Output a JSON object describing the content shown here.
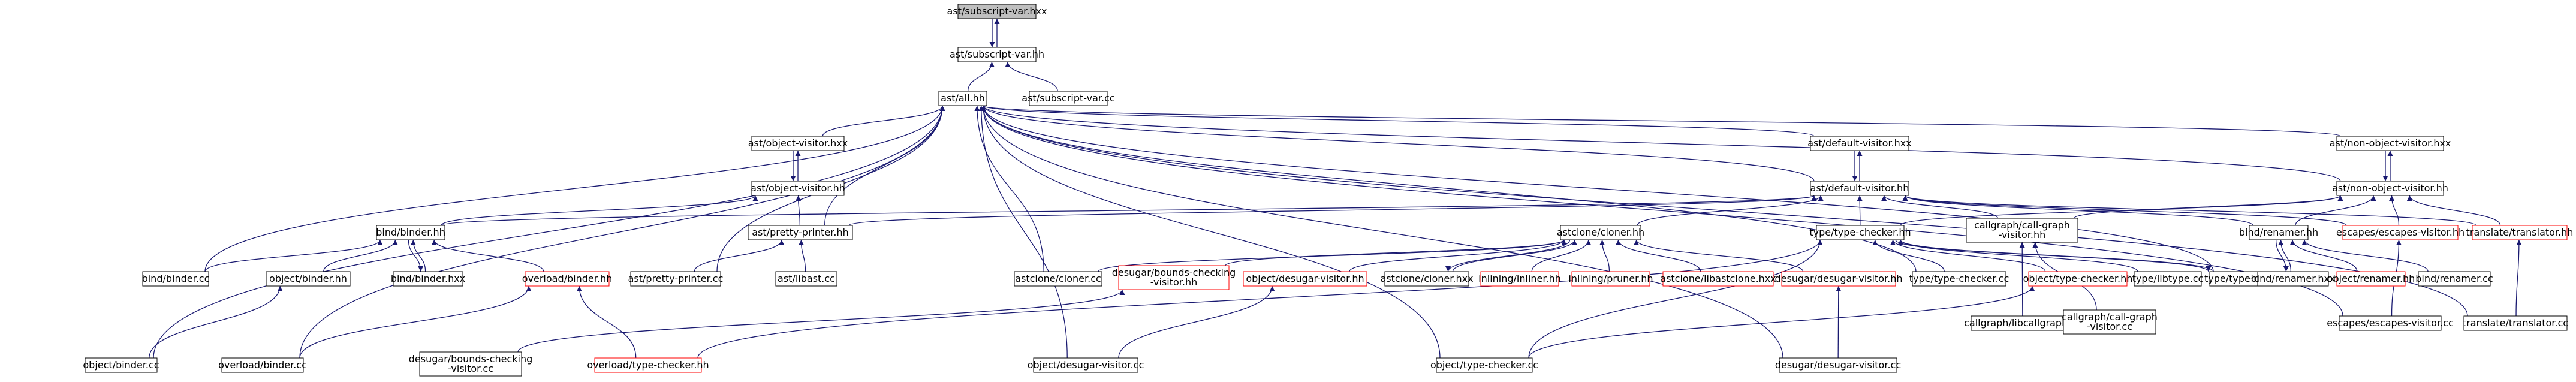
{
  "graph": {
    "colors": {
      "edge": "#191970",
      "edge_red": "#8b1a1a",
      "node_border": "#000000",
      "node_border_red": "#ff0000",
      "node_fill": "#ffffff",
      "root_fill": "#bfbfbf"
    },
    "nodes": [
      {
        "id": "n0",
        "label": "ast/subscript-var.hxx",
        "style": "root"
      },
      {
        "id": "n1",
        "label": "ast/subscript-var.hh",
        "style": "normal"
      },
      {
        "id": "n2",
        "label": "ast/all.hh",
        "style": "normal"
      },
      {
        "id": "n3",
        "label": "ast/subscript-var.cc",
        "style": "normal"
      },
      {
        "id": "n4",
        "label": "ast/object-visitor.hxx",
        "style": "normal"
      },
      {
        "id": "n5",
        "label": "ast/default-visitor.hxx",
        "style": "normal"
      },
      {
        "id": "n6",
        "label": "ast/non-object-visitor.hxx",
        "style": "normal"
      },
      {
        "id": "n7",
        "label": "ast/object-visitor.hh",
        "style": "normal"
      },
      {
        "id": "n8",
        "label": "ast/default-visitor.hh",
        "style": "normal"
      },
      {
        "id": "n9",
        "label": "ast/non-object-visitor.hh",
        "style": "normal"
      },
      {
        "id": "n10",
        "label": "bind/binder.hh",
        "style": "normal"
      },
      {
        "id": "n11",
        "label": "ast/pretty-printer.hh",
        "style": "normal"
      },
      {
        "id": "n12",
        "label": "astclone/cloner.hh",
        "style": "normal"
      },
      {
        "id": "n13",
        "label": "type/type-checker.hh",
        "style": "normal"
      },
      {
        "id": "n14",
        "label": "callgraph/call-graph\n-visitor.hh",
        "style": "normal"
      },
      {
        "id": "n15",
        "label": "bind/renamer.hh",
        "style": "normal"
      },
      {
        "id": "n16",
        "label": "escapes/escapes-visitor.hh",
        "style": "missing"
      },
      {
        "id": "n17",
        "label": "translate/translator.hh",
        "style": "missing"
      },
      {
        "id": "n18",
        "label": "bind/binder.cc",
        "style": "normal"
      },
      {
        "id": "n19",
        "label": "object/binder.hh",
        "style": "normal"
      },
      {
        "id": "n20",
        "label": "bind/binder.hxx",
        "style": "normal"
      },
      {
        "id": "n21",
        "label": "overload/binder.hh",
        "style": "missing"
      },
      {
        "id": "n22",
        "label": "ast/pretty-printer.cc",
        "style": "normal"
      },
      {
        "id": "n23",
        "label": "ast/libast.cc",
        "style": "normal"
      },
      {
        "id": "n24",
        "label": "astclone/cloner.cc",
        "style": "normal"
      },
      {
        "id": "n25",
        "label": "desugar/bounds-checking\n-visitor.hh",
        "style": "missing"
      },
      {
        "id": "n26",
        "label": "object/desugar-visitor.hh",
        "style": "missing"
      },
      {
        "id": "n27",
        "label": "astclone/cloner.hxx",
        "style": "normal"
      },
      {
        "id": "n28",
        "label": "inlining/inliner.hh",
        "style": "missing"
      },
      {
        "id": "n29",
        "label": "inlining/pruner.hh",
        "style": "missing"
      },
      {
        "id": "n30",
        "label": "astclone/libastclone.hxx",
        "style": "missing"
      },
      {
        "id": "n31",
        "label": "desugar/desugar-visitor.hh",
        "style": "missing"
      },
      {
        "id": "n32",
        "label": "type/type-checker.cc",
        "style": "normal"
      },
      {
        "id": "n33",
        "label": "object/type-checker.hh",
        "style": "missing"
      },
      {
        "id": "n34",
        "label": "type/libtype.cc",
        "style": "normal"
      },
      {
        "id": "n35",
        "label": "type/type-checker.hxx",
        "style": "normal"
      },
      {
        "id": "n36",
        "label": "callgraph/libcallgraph.cc",
        "style": "normal"
      },
      {
        "id": "n37",
        "label": "callgraph/call-graph\n-visitor.cc",
        "style": "normal"
      },
      {
        "id": "n38",
        "label": "bind/renamer.hxx",
        "style": "normal"
      },
      {
        "id": "n39",
        "label": "object/renamer.hh",
        "style": "missing"
      },
      {
        "id": "n40",
        "label": "bind/renamer.cc",
        "style": "normal"
      },
      {
        "id": "n41",
        "label": "escapes/escapes-visitor.cc",
        "style": "normal"
      },
      {
        "id": "n42",
        "label": "translate/translator.cc",
        "style": "normal"
      },
      {
        "id": "n43",
        "label": "object/binder.cc",
        "style": "normal"
      },
      {
        "id": "n44",
        "label": "overload/binder.cc",
        "style": "normal"
      },
      {
        "id": "n45",
        "label": "desugar/bounds-checking\n-visitor.cc",
        "style": "normal"
      },
      {
        "id": "n46",
        "label": "overload/type-checker.hh",
        "style": "missing"
      },
      {
        "id": "n47",
        "label": "object/desugar-visitor.cc",
        "style": "normal"
      },
      {
        "id": "n48",
        "label": "object/type-checker.cc",
        "style": "normal"
      },
      {
        "id": "n49",
        "label": "desugar/desugar-visitor.cc",
        "style": "normal"
      }
    ],
    "edges": [
      [
        "n0",
        "n1"
      ],
      [
        "n1",
        "n0"
      ],
      [
        "n1",
        "n2"
      ],
      [
        "n1",
        "n3"
      ],
      [
        "n2",
        "n4"
      ],
      [
        "n2",
        "n5"
      ],
      [
        "n2",
        "n6"
      ],
      [
        "n2",
        "n8"
      ],
      [
        "n2",
        "n9"
      ],
      [
        "n2",
        "n18"
      ],
      [
        "n2",
        "n11"
      ],
      [
        "n2",
        "n22"
      ],
      [
        "n2",
        "n24"
      ],
      [
        "n2",
        "n32"
      ],
      [
        "n2",
        "n35"
      ],
      [
        "n2",
        "n41"
      ],
      [
        "n2",
        "n42"
      ],
      [
        "n2",
        "n43"
      ],
      [
        "n2",
        "n44"
      ],
      [
        "n2",
        "n47"
      ],
      [
        "n2",
        "n48"
      ],
      [
        "n2",
        "n49"
      ],
      [
        "n4",
        "n7"
      ],
      [
        "n7",
        "n4"
      ],
      [
        "n5",
        "n8"
      ],
      [
        "n8",
        "n5"
      ],
      [
        "n6",
        "n9"
      ],
      [
        "n9",
        "n6"
      ],
      [
        "n7",
        "n10"
      ],
      [
        "n7",
        "n11"
      ],
      [
        "n8",
        "n10"
      ],
      [
        "n8",
        "n11"
      ],
      [
        "n8",
        "n12"
      ],
      [
        "n8",
        "n13"
      ],
      [
        "n8",
        "n14"
      ],
      [
        "n8",
        "n15"
      ],
      [
        "n8",
        "n16"
      ],
      [
        "n8",
        "n17"
      ],
      [
        "n9",
        "n13"
      ],
      [
        "n9",
        "n14"
      ],
      [
        "n9",
        "n15"
      ],
      [
        "n9",
        "n16"
      ],
      [
        "n9",
        "n17"
      ],
      [
        "n10",
        "n18"
      ],
      [
        "n10",
        "n19"
      ],
      [
        "n10",
        "n20"
      ],
      [
        "n20",
        "n10"
      ],
      [
        "n10",
        "n21"
      ],
      [
        "n11",
        "n22"
      ],
      [
        "n11",
        "n23"
      ],
      [
        "n12",
        "n24"
      ],
      [
        "n12",
        "n25"
      ],
      [
        "n12",
        "n26"
      ],
      [
        "n12",
        "n27"
      ],
      [
        "n27",
        "n12"
      ],
      [
        "n12",
        "n28"
      ],
      [
        "n12",
        "n29"
      ],
      [
        "n12",
        "n30"
      ],
      [
        "n12",
        "n31"
      ],
      [
        "n13",
        "n32"
      ],
      [
        "n13",
        "n33"
      ],
      [
        "n13",
        "n34"
      ],
      [
        "n13",
        "n35"
      ],
      [
        "n35",
        "n13"
      ],
      [
        "n13",
        "n46"
      ],
      [
        "n13",
        "n48"
      ],
      [
        "n14",
        "n36"
      ],
      [
        "n14",
        "n37"
      ],
      [
        "n15",
        "n38"
      ],
      [
        "n38",
        "n15"
      ],
      [
        "n15",
        "n39"
      ],
      [
        "n15",
        "n40"
      ],
      [
        "n16",
        "n41"
      ],
      [
        "n17",
        "n42"
      ],
      [
        "n19",
        "n43"
      ],
      [
        "n21",
        "n44"
      ],
      [
        "n21",
        "n46"
      ],
      [
        "n25",
        "n45"
      ],
      [
        "n26",
        "n47"
      ],
      [
        "n31",
        "n49"
      ],
      [
        "n33",
        "n48"
      ]
    ]
  }
}
